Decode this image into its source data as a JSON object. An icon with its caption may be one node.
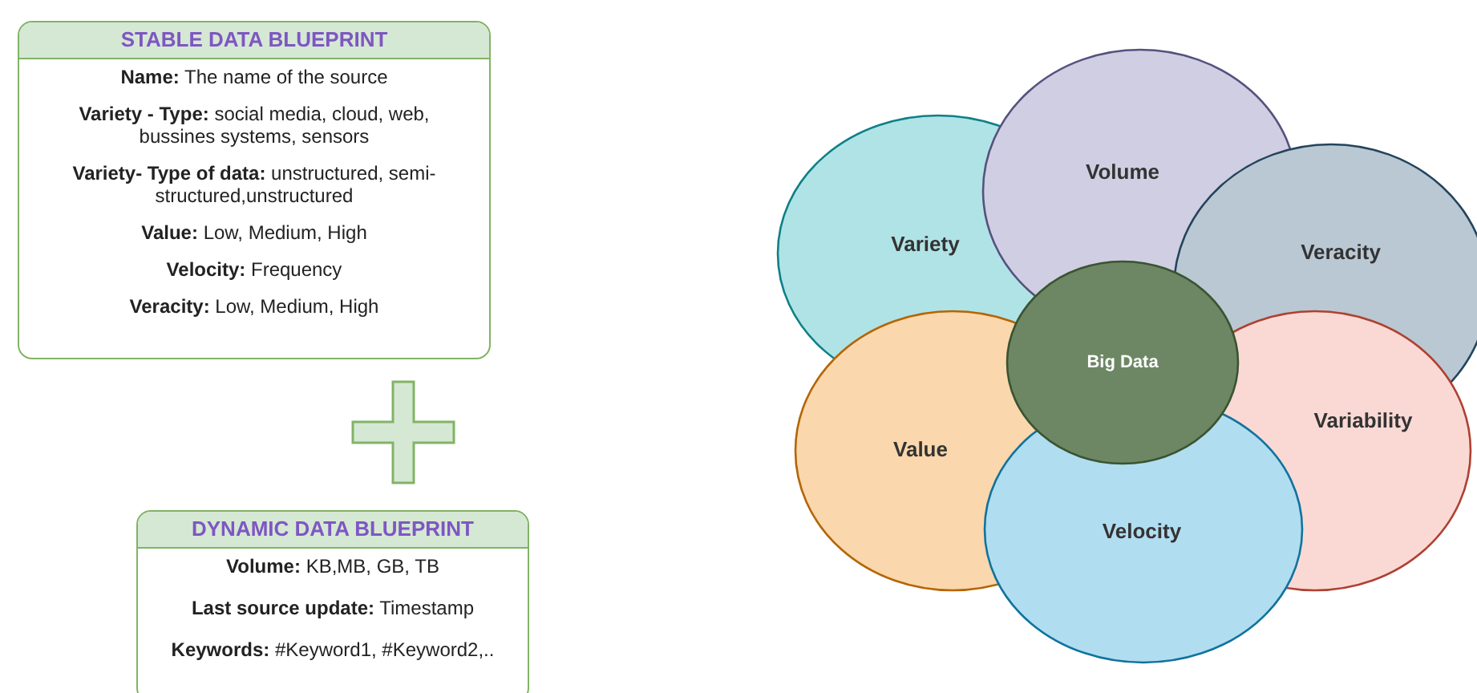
{
  "diagram": {
    "nodes": [
      {
        "text": [
          "STABLE DATA BLUEPRINT",
          "**Name:** The name of the source",
          "**Variety - Type:** social media, cloud, web, bussines systems, sensors",
          "**Variety- Type of data:** unstructured, semi-structured,unstructured",
          "**Value:** Low, Medium, High",
          "**Velocity:** Frequency",
          "**Veracity:** Low, Medium, High"
        ]
      },
      {
        "text": [
          "DYNAMIC DATA BLUEPRINT",
          "**Volume:** KB,MB, GB, TB",
          "**Last source update:** Timestamp",
          "**Keywords:** #Keyword1, #Keyword2,.."
        ]
      },
      {
        "text": [
          "Volume"
        ]
      },
      {
        "text": [
          "Variety"
        ]
      },
      {
        "text": [
          "Veracity"
        ]
      },
      {
        "text": [
          "Big Data"
        ]
      },
      {
        "text": [
          "Value"
        ]
      },
      {
        "text": [
          "Variability"
        ]
      },
      {
        "text": [
          "Velocity"
        ]
      }
    ]
  }
}
